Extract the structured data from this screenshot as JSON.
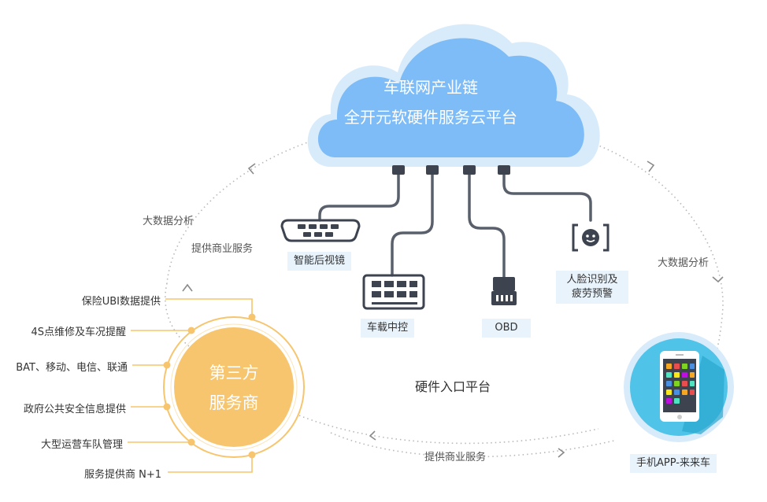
{
  "cloud": {
    "line1": "车联网产业链",
    "line2": "全开元软硬件服务云平台"
  },
  "hardware": {
    "platform_label": "硬件入口平台",
    "mirror": "智能后视镜",
    "console": "车载中控",
    "obd": "OBD",
    "face_line1": "人脸识别及",
    "face_line2": "疲劳预警"
  },
  "phone": {
    "label": "手机APP-来来车"
  },
  "service_provider": {
    "line1": "第三方",
    "line2": "服务商",
    "providers": [
      "保险UBI数据提供",
      "4S点维修及车况提醒",
      "BAT、移动、电信、联通",
      "政府公共安全信息提供",
      "大型运营车队管理",
      "服务提供商 N+1"
    ]
  },
  "flows": {
    "left_big_data": "大数据分析",
    "left_business": "提供商业服务",
    "right_big_data": "大数据分析",
    "bottom_business": "提供商业服务"
  },
  "colors": {
    "cloud": "#7dbcf6",
    "cloud_glow": "#d7ebfb",
    "service": "#f7c56d",
    "service_ring": "#f7c56d",
    "phone_bg": "#4fc3e8",
    "device": "#3d4450",
    "label_bg": "#e8f3fc"
  }
}
